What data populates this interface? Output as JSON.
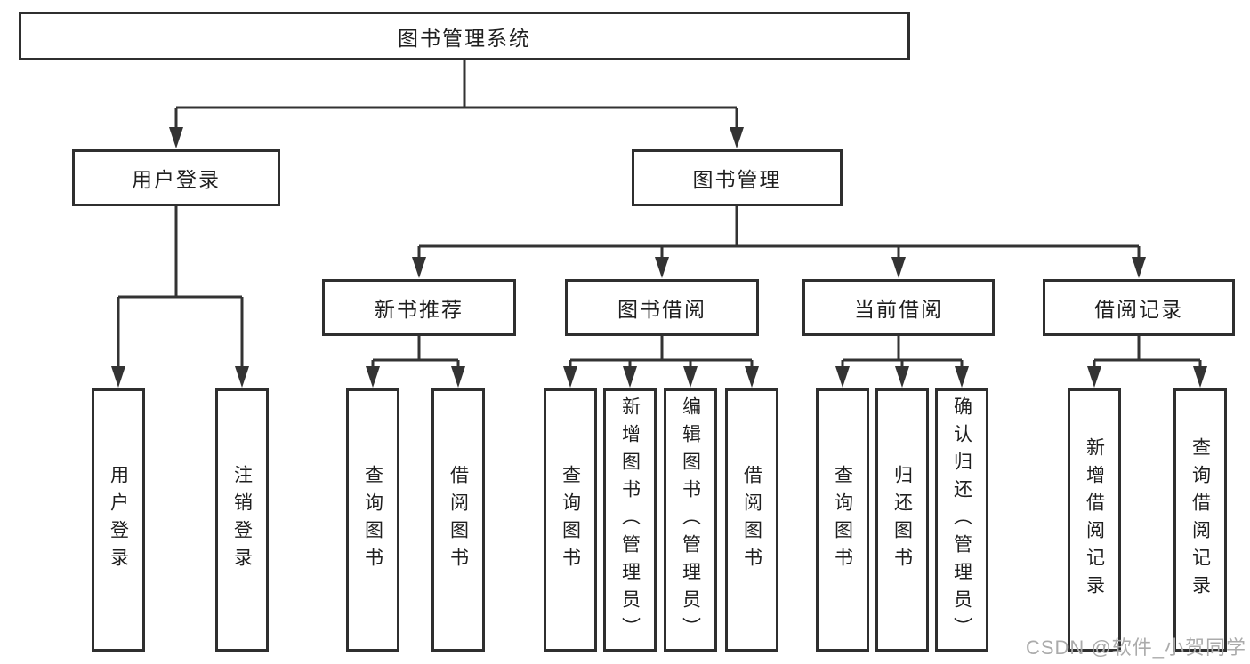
{
  "colors": {
    "line": "#333333",
    "box_border": "#2f2f2f",
    "text": "#1f1f1f",
    "watermark": "#ababab"
  },
  "root": {
    "label": "图书管理系统"
  },
  "level2": [
    {
      "label": "用户登录"
    },
    {
      "label": "图书管理"
    }
  ],
  "level3": [
    {
      "label": "新书推荐"
    },
    {
      "label": "图书借阅"
    },
    {
      "label": "当前借阅"
    },
    {
      "label": "借阅记录"
    }
  ],
  "leaves": {
    "login": [
      {
        "label": "用户登录"
      },
      {
        "label": "注销登录"
      }
    ],
    "recommend": [
      {
        "label": "查询图书"
      },
      {
        "label": "借阅图书"
      }
    ],
    "borrow": [
      {
        "label": "查询图书"
      },
      {
        "label": "新增图书（管理员）"
      },
      {
        "label": "编辑图书（管理员）"
      },
      {
        "label": "借阅图书"
      }
    ],
    "current": [
      {
        "label": "查询图书"
      },
      {
        "label": "归还图书"
      },
      {
        "label": "确认归还（管理员）"
      }
    ],
    "records": [
      {
        "label": "新增借阅记录"
      },
      {
        "label": "查询借阅记录"
      }
    ]
  },
  "watermark": "CSDN @软件_小贺同学"
}
